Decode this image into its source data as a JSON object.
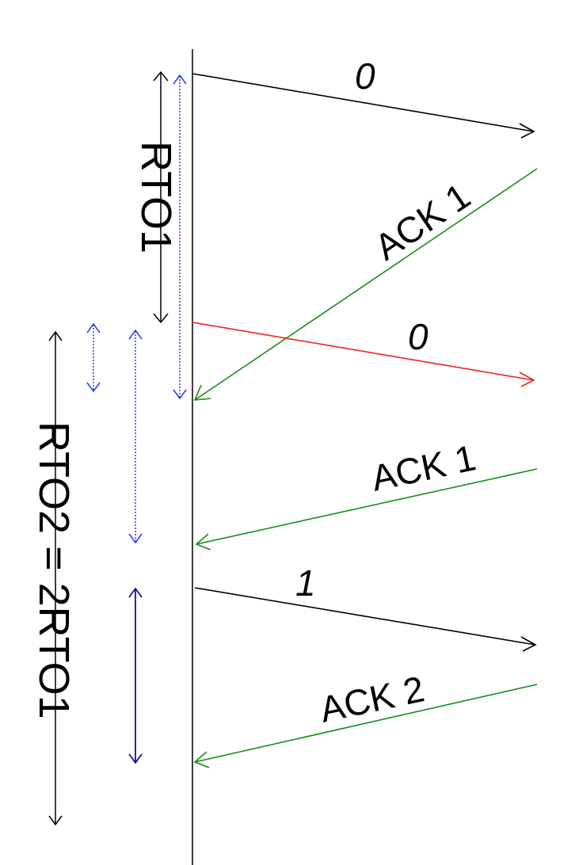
{
  "colors": {
    "timeline": "#000000",
    "send": "#000000",
    "lost": "#e8261c",
    "ack": "#1a8a1a",
    "measure_dotted": "#2a3de8",
    "measure_solid": "#14148c",
    "text": "#000000"
  },
  "messages": {
    "first_send": "0",
    "lost_send": "0",
    "ack_1a": "ACK 1",
    "ack_1b": "ACK 1",
    "send_1": "1",
    "ack_2": "ACK 2"
  },
  "timers": {
    "rto1": "RTO1",
    "rto2": "RTO2 =  2RTO1"
  }
}
